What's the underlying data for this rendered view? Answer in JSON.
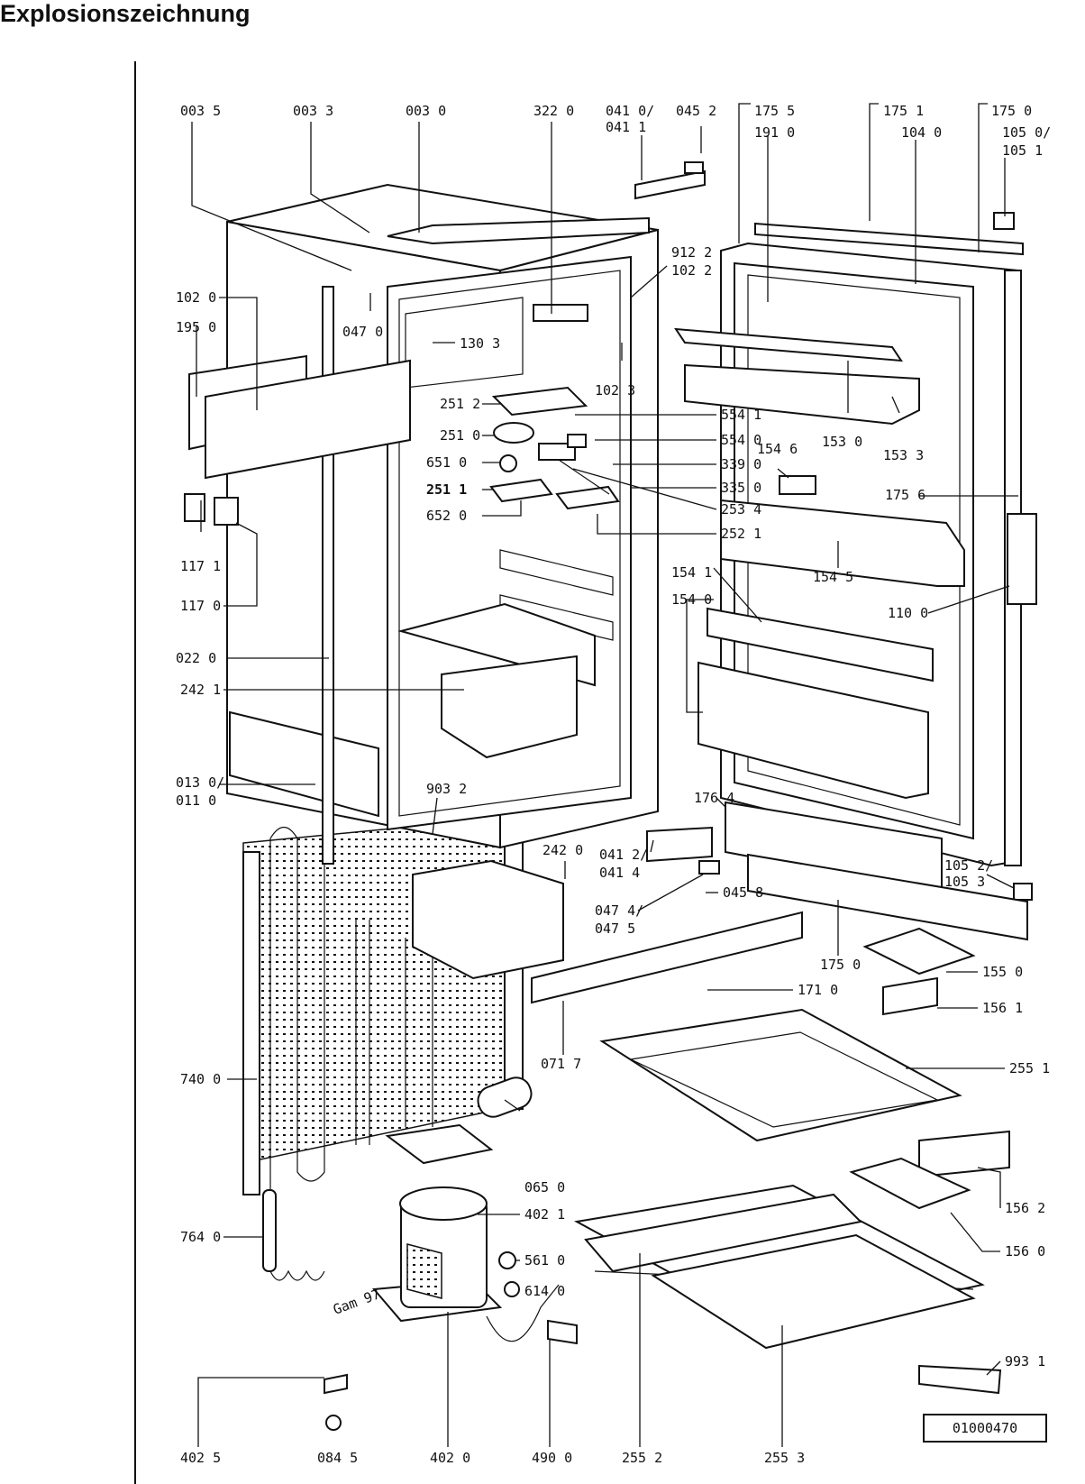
{
  "title": "Explosionszeichnung",
  "diagram_id": "01000470",
  "signature_scribble": "Gam 97",
  "parts": [
    {
      "id": "p-0035",
      "label": "003 5"
    },
    {
      "id": "p-0033",
      "label": "003 3"
    },
    {
      "id": "p-0030",
      "label": "003 0"
    },
    {
      "id": "p-3220",
      "label": "322 0"
    },
    {
      "id": "p-0410",
      "label": "041 0/"
    },
    {
      "id": "p-0411",
      "label": "041 1"
    },
    {
      "id": "p-0452",
      "label": "045 2"
    },
    {
      "id": "p-1755",
      "label": "175 5"
    },
    {
      "id": "p-1910",
      "label": "191 0"
    },
    {
      "id": "p-1751",
      "label": "175 1"
    },
    {
      "id": "p-1040",
      "label": "104 0"
    },
    {
      "id": "p-1750a",
      "label": "175 0"
    },
    {
      "id": "p-1050",
      "label": "105 0/"
    },
    {
      "id": "p-1051",
      "label": "105 1"
    },
    {
      "id": "p-9122",
      "label": "912 2"
    },
    {
      "id": "p-1022",
      "label": "102 2"
    },
    {
      "id": "p-1020",
      "label": "102 0"
    },
    {
      "id": "p-1950",
      "label": "195 0"
    },
    {
      "id": "p-0470",
      "label": "047 0"
    },
    {
      "id": "p-1303",
      "label": "130 3"
    },
    {
      "id": "p-1023",
      "label": "102 3"
    },
    {
      "id": "p-2512",
      "label": "251 2"
    },
    {
      "id": "p-2510",
      "label": "251 0"
    },
    {
      "id": "p-6510",
      "label": "651 0"
    },
    {
      "id": "p-2511",
      "label": "251 1"
    },
    {
      "id": "p-6520",
      "label": "652 0"
    },
    {
      "id": "p-5541",
      "label": "554 1"
    },
    {
      "id": "p-5540",
      "label": "554 0"
    },
    {
      "id": "p-3390",
      "label": "339 0"
    },
    {
      "id": "p-3350",
      "label": "335 0"
    },
    {
      "id": "p-2534",
      "label": "253 4"
    },
    {
      "id": "p-2521",
      "label": "252 1"
    },
    {
      "id": "p-1530",
      "label": "153 0"
    },
    {
      "id": "p-1533",
      "label": "153 3"
    },
    {
      "id": "p-1546",
      "label": "154 6"
    },
    {
      "id": "p-1756",
      "label": "175 6"
    },
    {
      "id": "p-1545",
      "label": "154 5"
    },
    {
      "id": "p-1541",
      "label": "154 1"
    },
    {
      "id": "p-1540",
      "label": "154 0"
    },
    {
      "id": "p-1100",
      "label": "110 0"
    },
    {
      "id": "p-1171",
      "label": "117 1"
    },
    {
      "id": "p-1170",
      "label": "117 0"
    },
    {
      "id": "p-0220",
      "label": "022 0"
    },
    {
      "id": "p-2421",
      "label": "242 1"
    },
    {
      "id": "p-0130",
      "label": "013 0/"
    },
    {
      "id": "p-0110",
      "label": "011 0"
    },
    {
      "id": "p-9032",
      "label": "903 2"
    },
    {
      "id": "p-1764",
      "label": "176 4"
    },
    {
      "id": "p-0412",
      "label": "041 2/"
    },
    {
      "id": "p-0414",
      "label": "041 4"
    },
    {
      "id": "p-2420",
      "label": "242 0"
    },
    {
      "id": "p-0474",
      "label": "047 4/"
    },
    {
      "id": "p-0475",
      "label": "047 5"
    },
    {
      "id": "p-0458",
      "label": "045 8"
    },
    {
      "id": "p-1052",
      "label": "105 2/"
    },
    {
      "id": "p-1053",
      "label": "105 3"
    },
    {
      "id": "p-1750b",
      "label": "175 0"
    },
    {
      "id": "p-1710",
      "label": "171 0"
    },
    {
      "id": "p-1550",
      "label": "155 0"
    },
    {
      "id": "p-1561",
      "label": "156 1"
    },
    {
      "id": "p-0717",
      "label": "071 7"
    },
    {
      "id": "p-2551",
      "label": "255 1"
    },
    {
      "id": "p-7400",
      "label": "740 0"
    },
    {
      "id": "p-0650",
      "label": "065 0"
    },
    {
      "id": "p-4021",
      "label": "402 1"
    },
    {
      "id": "p-1562",
      "label": "156 2"
    },
    {
      "id": "p-1560",
      "label": "156 0"
    },
    {
      "id": "p-7640",
      "label": "764 0"
    },
    {
      "id": "p-5610",
      "label": "561 0"
    },
    {
      "id": "p-6140",
      "label": "614 0"
    },
    {
      "id": "p-9931",
      "label": "993 1"
    },
    {
      "id": "p-4025",
      "label": "402 5"
    },
    {
      "id": "p-0845",
      "label": "084 5"
    },
    {
      "id": "p-4020",
      "label": "402 0"
    },
    {
      "id": "p-4900",
      "label": "490 0"
    },
    {
      "id": "p-2552",
      "label": "255 2"
    },
    {
      "id": "p-2553",
      "label": "255 3"
    }
  ]
}
